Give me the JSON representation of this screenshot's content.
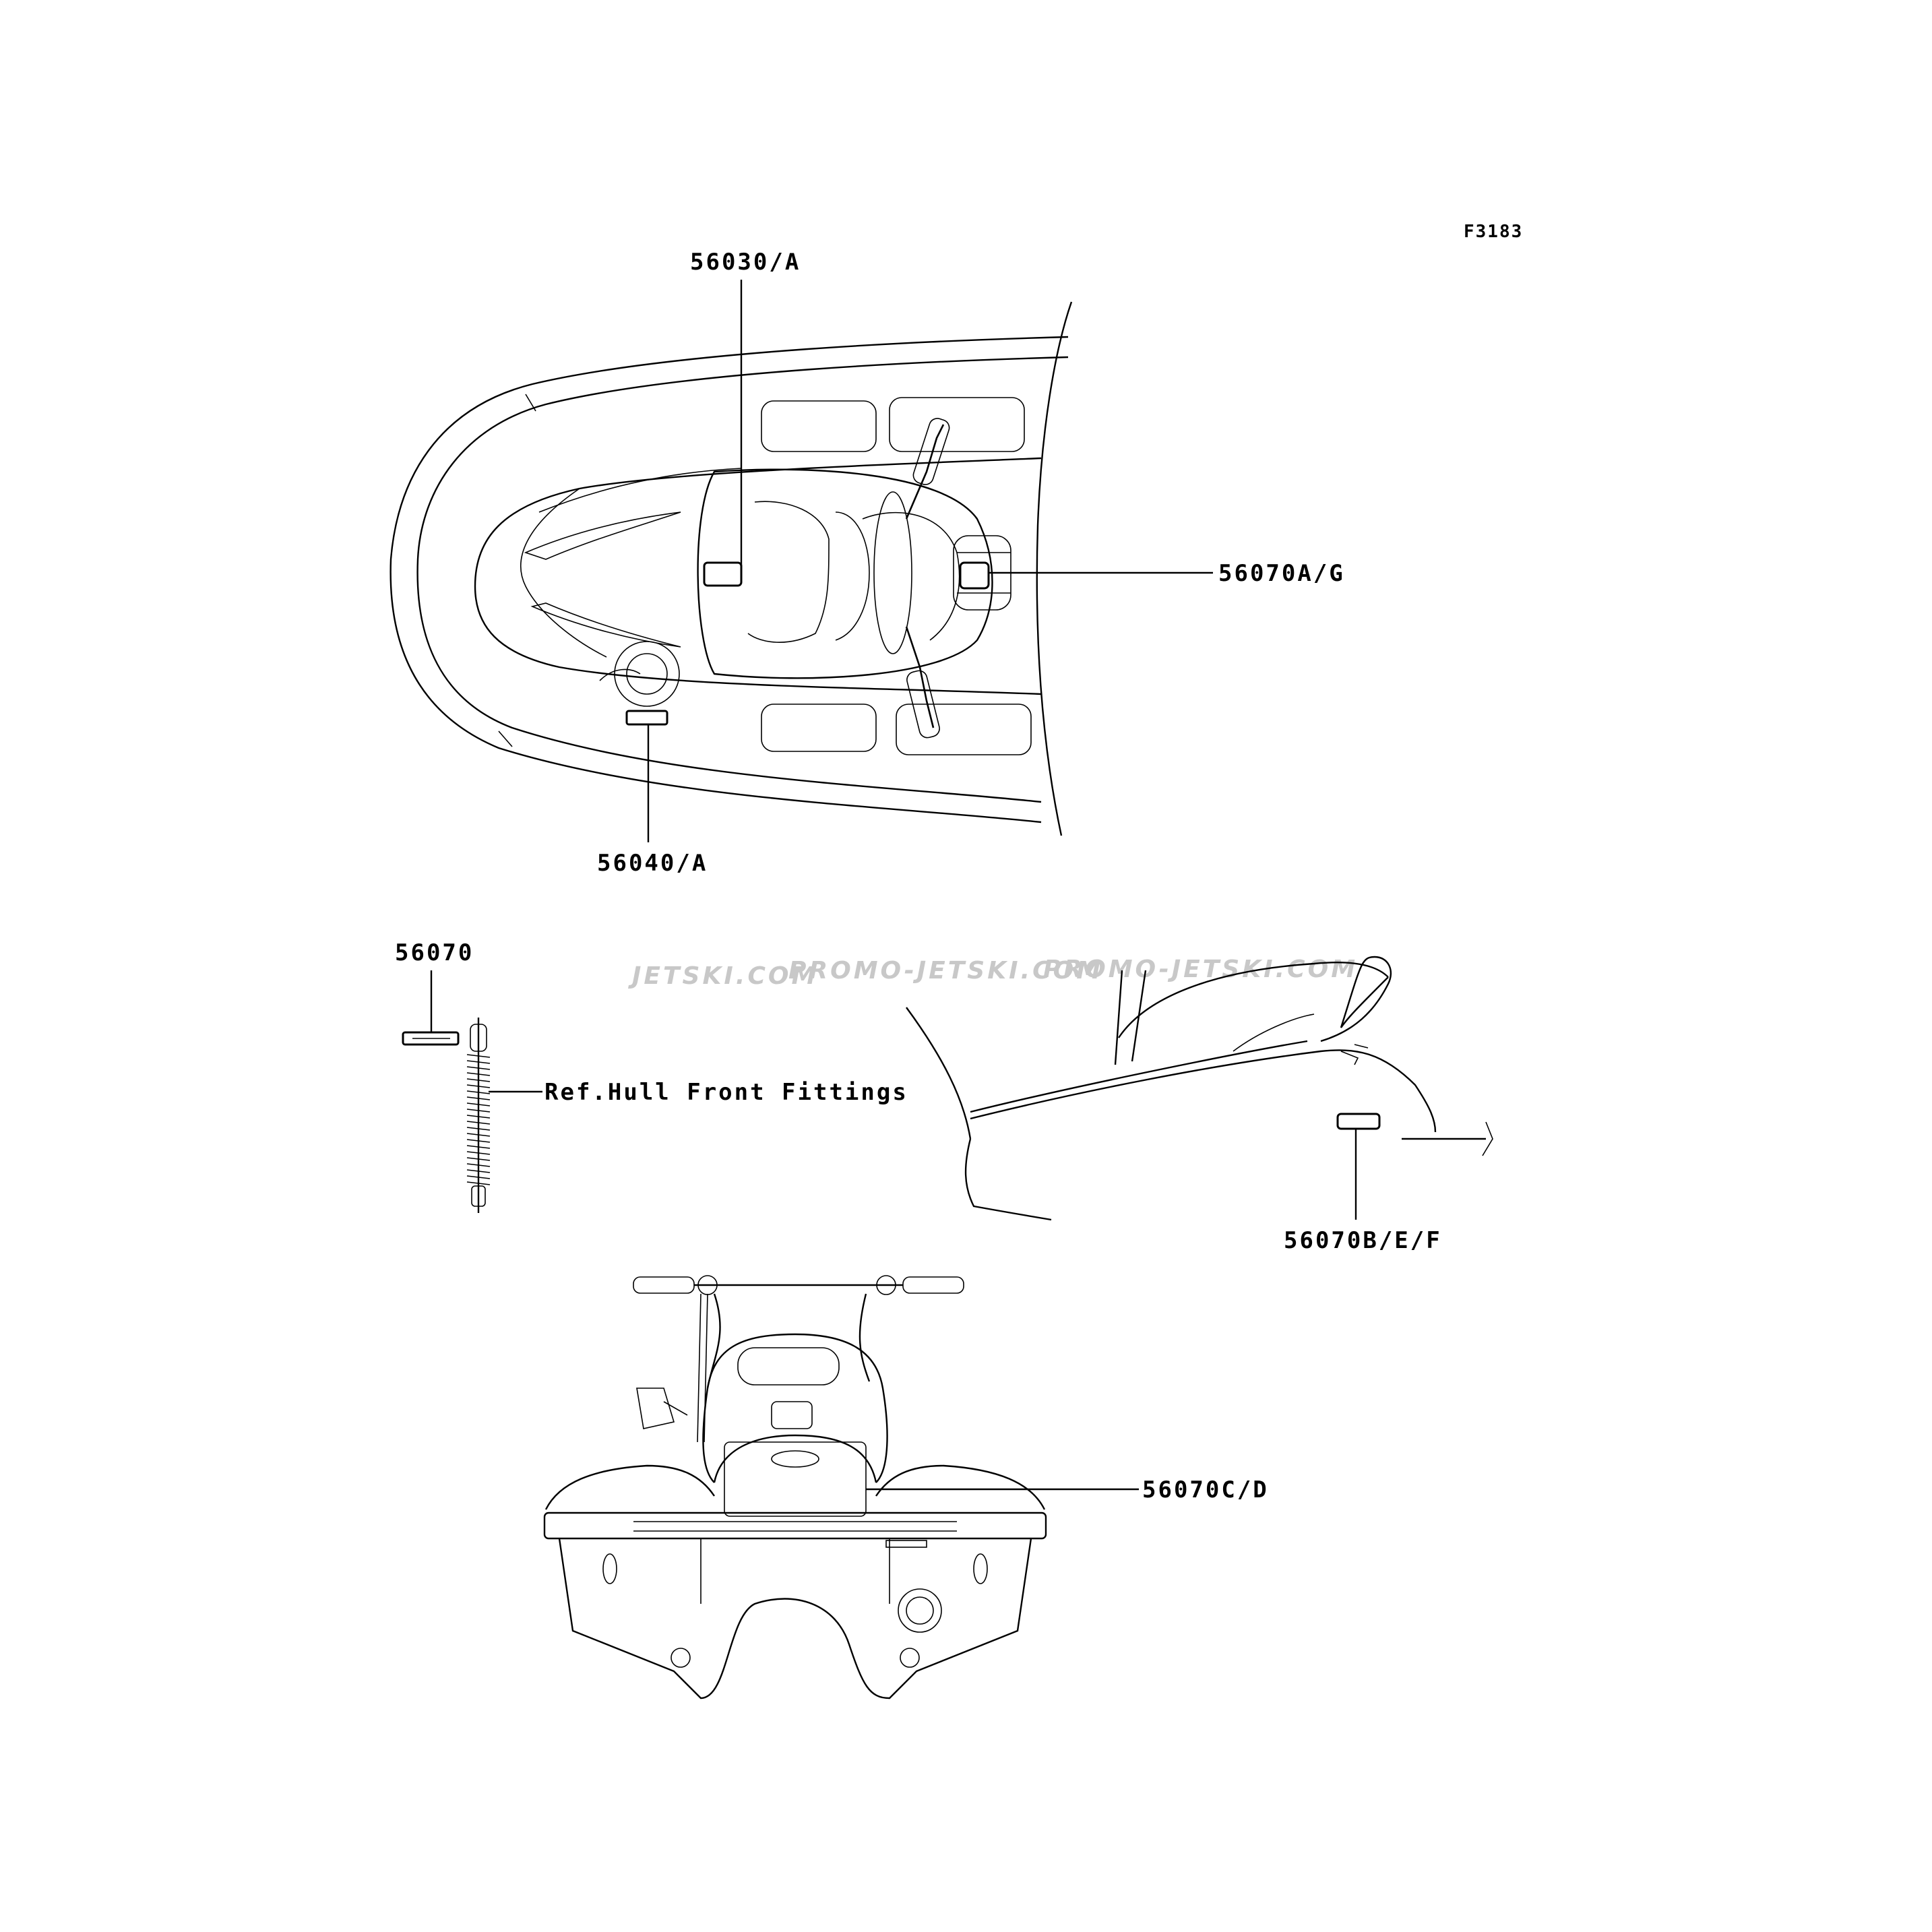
{
  "figure_code": "F3183",
  "watermarks": [
    "JETSKI.COM",
    "PROMO-JETSKI.COM",
    "PROMO-JETSKI.COM"
  ],
  "callouts": {
    "c56030a": "56030/A",
    "c56070ag": "56070A/G",
    "c56040a": "56040/A",
    "c56070": "56070",
    "ref_hull": "Ref.Hull Front Fittings",
    "c56070bef": "56070B/E/F",
    "c56070cd": "56070C/D"
  }
}
